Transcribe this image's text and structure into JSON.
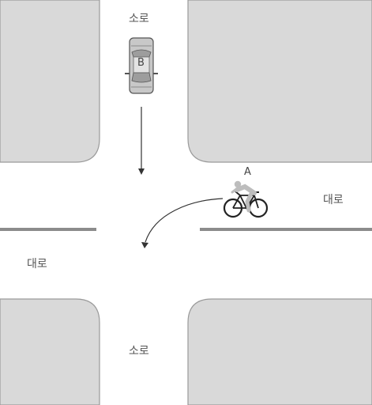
{
  "labels": {
    "road_top": "소로",
    "road_bottom": "소로",
    "road_left": "대로",
    "road_right": "대로"
  },
  "vehicles": {
    "car_label": "B",
    "bicycle_label": "A"
  },
  "colors": {
    "block_fill": "#d9d9d9",
    "block_stroke": "#9a9a9a",
    "lane_line": "#8c8c8c",
    "arrow": "#333333",
    "car_body": "#c8c8c8"
  }
}
